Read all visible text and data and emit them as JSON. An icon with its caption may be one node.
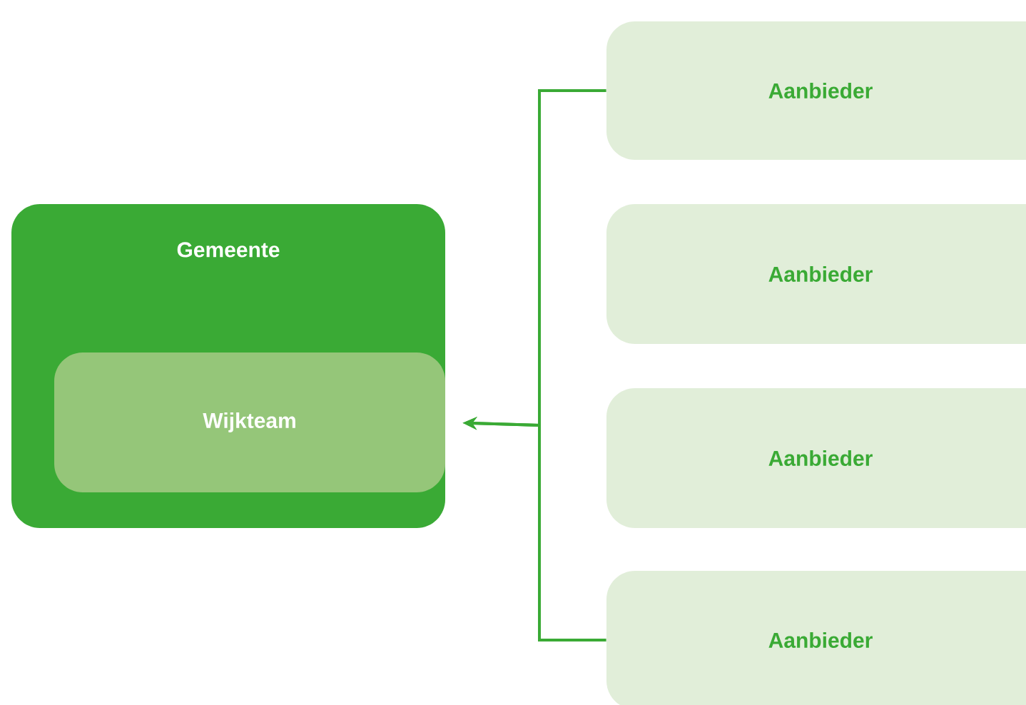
{
  "diagram": {
    "nodes": [
      {
        "text": [
          "Gemeente"
        ]
      },
      {
        "text": [
          "Wijkteam"
        ],
        "in": 0
      },
      {
        "text": [
          "Aanbieder"
        ]
      },
      {
        "text": [
          "Aanbieder"
        ]
      },
      {
        "text": [
          "Aanbieder"
        ]
      },
      {
        "text": [
          "Aanbieder"
        ]
      }
    ],
    "edges": [
      {
        "from": 2,
        "to": 1,
        "arrow": "to"
      },
      {
        "from": 5,
        "to": 1,
        "arrow": "to"
      }
    ]
  }
}
